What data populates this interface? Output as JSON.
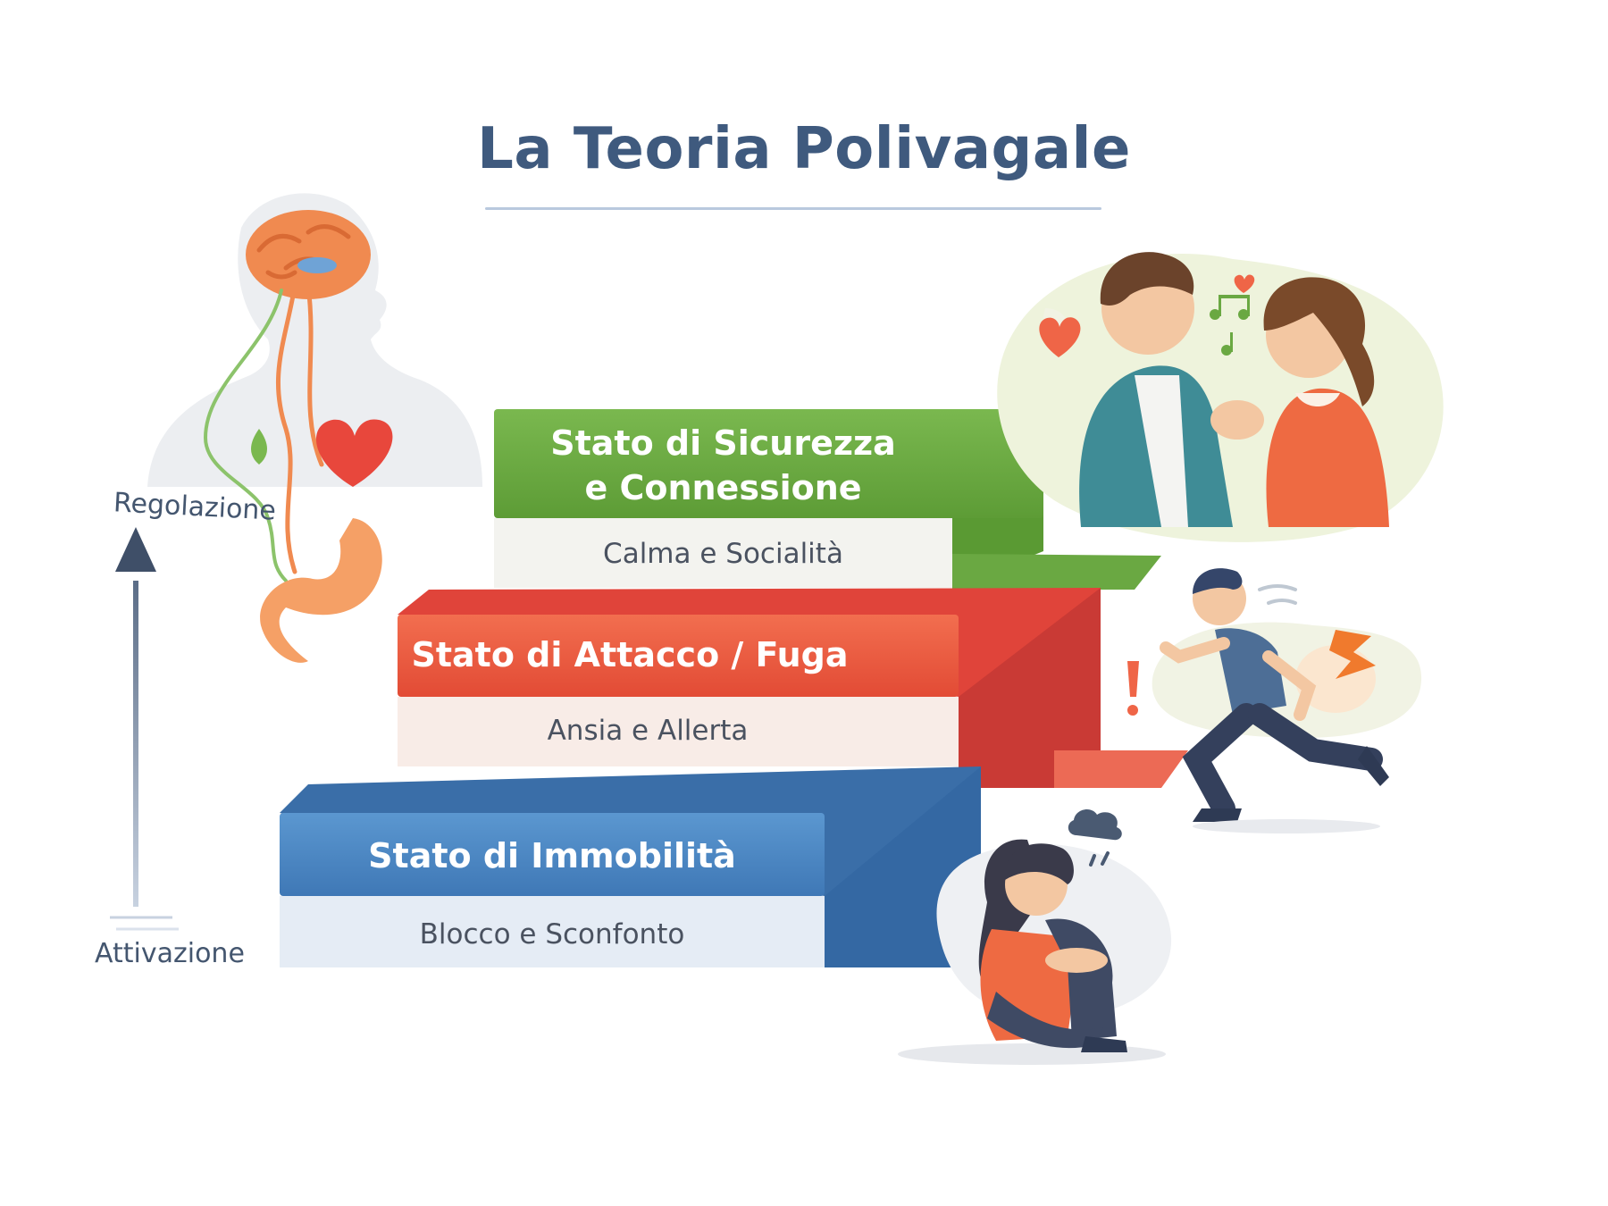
{
  "title": "La Teoria Polivagale",
  "axis": {
    "top": "Regolazione",
    "bottom": "Attivazione"
  },
  "states": [
    {
      "name": "Stato di Sicurezza\ne Connessione",
      "description": "Calma e Socialità",
      "color": "#6aa842",
      "icon": "couple-connection-illustration"
    },
    {
      "name": "Stato di Attacco / Fuga",
      "description": "Ansia e Allerta",
      "color": "#e9553c",
      "icon": "running-person-illustration"
    },
    {
      "name": "Stato di Immobilità",
      "description": "Blocco e Sconfonto",
      "color": "#4f87c3",
      "icon": "sad-person-illustration"
    }
  ],
  "body_illustration": "brain-heart-gut-vagus-icon"
}
